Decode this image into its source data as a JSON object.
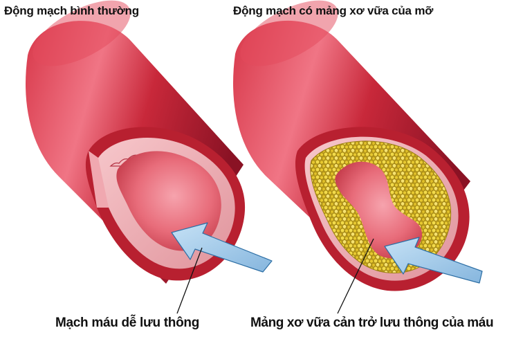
{
  "diagram": {
    "left": {
      "title": "Động mạch bình thường",
      "caption": "Mạch máu dễ lưu thông"
    },
    "right": {
      "title": "Động mạch có mảng xơ vữa của mỡ",
      "caption": "Mảng xơ vữa cản trở lưu thông của máu"
    },
    "colors": {
      "artery_outer": "#c8283a",
      "artery_highlight": "#f07585",
      "artery_shadow": "#8a1224",
      "wall_layer": "#f2b3b8",
      "lumen": "#e86c7a",
      "plaque": "#e8c930",
      "arrow_fill": "#9ec8e8",
      "arrow_stroke": "#2c6ea4"
    }
  }
}
